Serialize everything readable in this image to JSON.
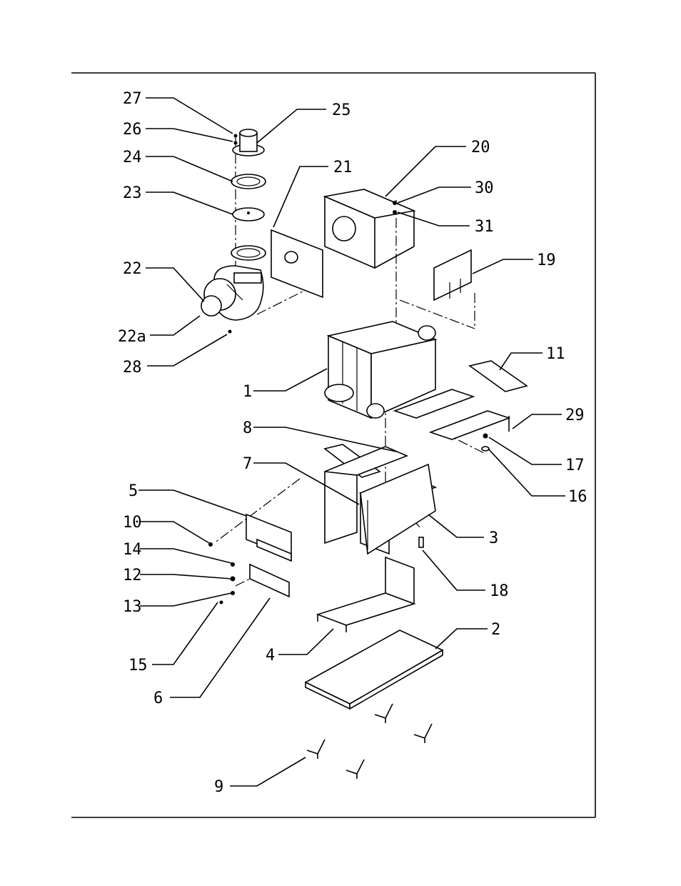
{
  "labels": {
    "p1": "1",
    "p2": "2",
    "p3": "3",
    "p4": "4",
    "p5": "5",
    "p6": "6",
    "p7": "7",
    "p8": "8",
    "p9": "9",
    "p10": "10",
    "p11": "11",
    "p12": "12",
    "p13": "13",
    "p14": "14",
    "p15": "15",
    "p16": "16",
    "p17": "17",
    "p18": "18",
    "p19": "19",
    "p20": "20",
    "p21": "21",
    "p22": "22",
    "p22a": "22a",
    "p23": "23",
    "p24": "24",
    "p25": "25",
    "p26": "26",
    "p27": "27",
    "p28": "28",
    "p29": "29",
    "p30": "30",
    "p31": "31"
  }
}
